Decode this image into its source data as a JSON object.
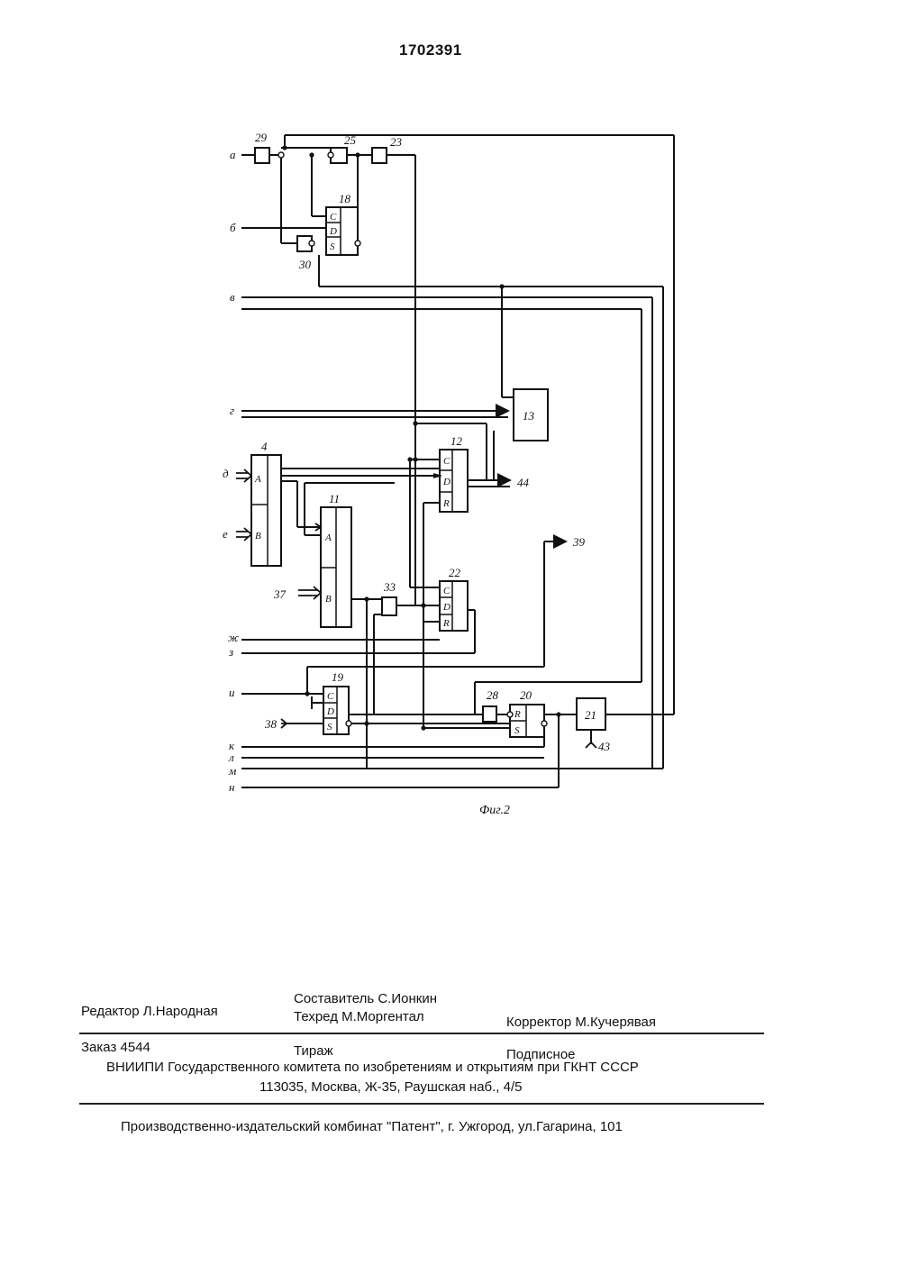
{
  "header": {
    "patent_number": "1702391"
  },
  "figure": {
    "caption": "Фиг.2",
    "block_numbers": [
      "29",
      "25",
      "23",
      "18",
      "30",
      "13",
      "4",
      "12",
      "11",
      "22",
      "33",
      "19",
      "28",
      "20",
      "21"
    ],
    "output_numbers": [
      "44",
      "39",
      "43"
    ],
    "input_numbers": [
      "37",
      "38"
    ],
    "input_letters": [
      "а",
      "б",
      "в",
      "г",
      "д",
      "е",
      "ж",
      "з",
      "и",
      "к",
      "л",
      "м",
      "н"
    ],
    "pin_labels": {
      "register_a": "А",
      "register_b": "В",
      "clock": "C",
      "data": "D",
      "reset": "R",
      "set": "S"
    }
  },
  "footer": {
    "editor": "Редактор Л.Народная",
    "compiler": "Составитель С.Ионкин",
    "techred": "Техред М.Моргентал",
    "corrector": "Корректор М.Кучерявая",
    "order": "Заказ 4544",
    "circulation": "Тираж",
    "subscription": "Подписное",
    "institute": "ВНИИПИ Государственного комитета по изобретениям и открытиям при ГКНТ СССР",
    "address": "113035, Москва, Ж-35, Раушская наб., 4/5",
    "publisher": "Производственно-издательский комбинат \"Патент\", г. Ужгород, ул.Гагарина, 101"
  }
}
